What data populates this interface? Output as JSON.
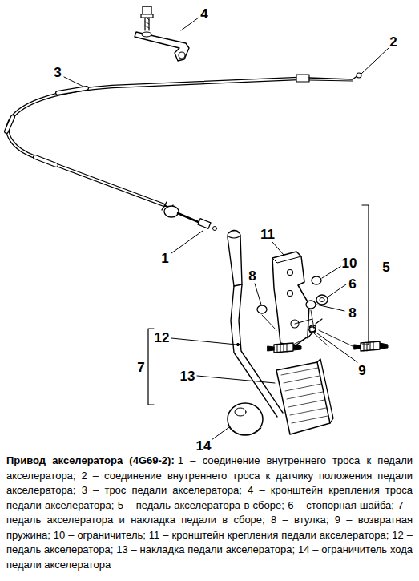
{
  "diagram": {
    "title": "Привод акселератора (4G69-2):",
    "caption": "1 – соединение внутреннего троса к педали акселератора; 2 – соединение внутреннего троса к датчику положения педали акселератора; 3 – трос педали акселератора; 4 – кронштейн крепления троса педали акселератора; 5 – педаль акселератора в сборе; 6 – стопорная шайба; 7 – педаль акселератора и накладка педали в сборе; 8 – втулка; 9 – возвратная пружина; 10 – ограничитель; 11 – кронштейн крепления педали акселератора; 12 – педаль акселератора; 13 – накладка педали акселератора; 14 – ограничитель хода педали акселератора",
    "labels": [
      "4",
      "2",
      "3",
      "1",
      "11",
      "10",
      "6",
      "5",
      "8",
      "8",
      "12",
      "9",
      "7",
      "13",
      "14"
    ]
  }
}
